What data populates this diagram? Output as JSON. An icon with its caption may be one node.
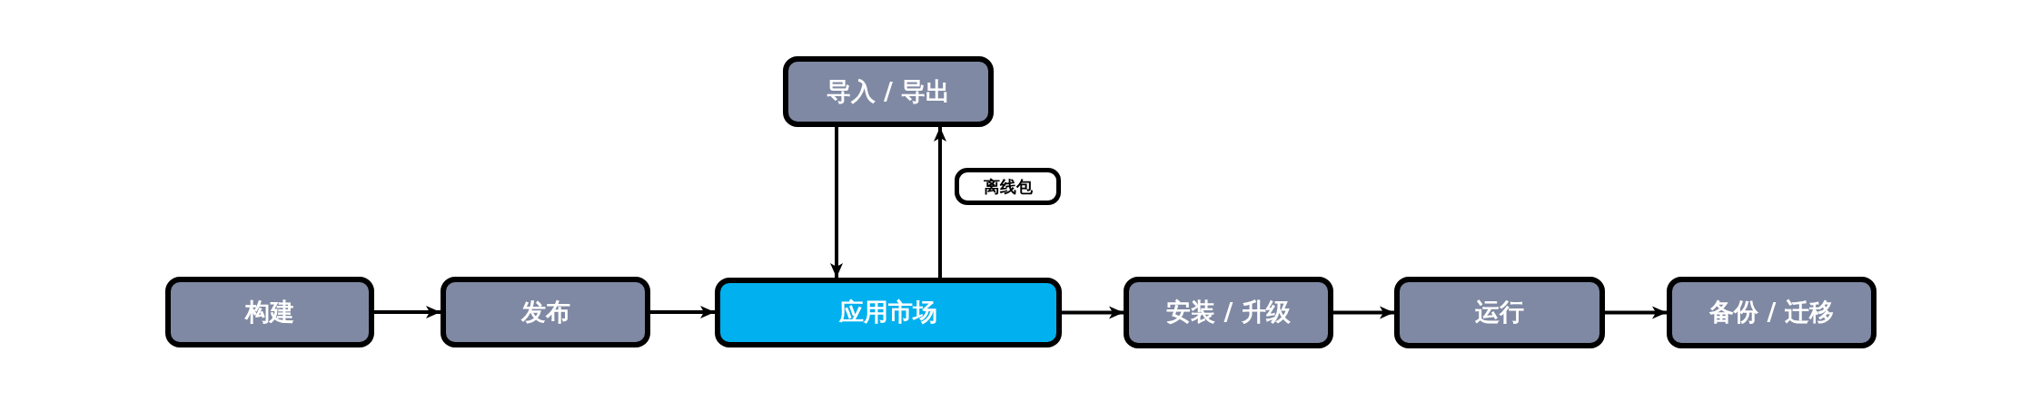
{
  "diagram": {
    "nodes": [
      {
        "text": [
          "导入 / 导出"
        ]
      },
      {
        "text": [
          "离线包"
        ]
      },
      {
        "text": [
          "构建"
        ]
      },
      {
        "text": [
          "发布"
        ]
      },
      {
        "text": [
          "应用市场"
        ]
      },
      {
        "text": [
          "安装 / 升级"
        ]
      },
      {
        "text": [
          "运行"
        ]
      },
      {
        "text": [
          "备份 / 迁移"
        ]
      }
    ],
    "edges": [
      {
        "from": 2,
        "to": 3,
        "arrow": "to"
      },
      {
        "from": 3,
        "to": 4,
        "arrow": "to"
      },
      {
        "from": 0,
        "to": 4,
        "arrow": "to"
      },
      {
        "from": 4,
        "to": 0,
        "arrow": "to"
      },
      {
        "from": 4,
        "to": 5,
        "arrow": "to"
      },
      {
        "from": 5,
        "to": 6,
        "arrow": "to"
      },
      {
        "from": 6,
        "to": 7,
        "arrow": "to"
      }
    ]
  }
}
